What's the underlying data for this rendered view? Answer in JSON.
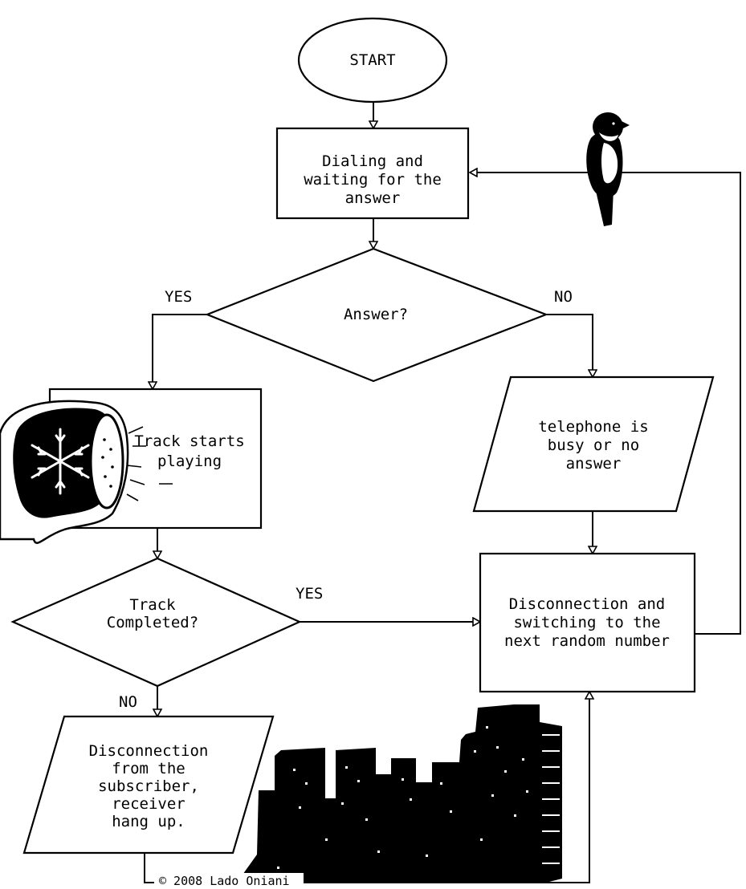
{
  "nodes": {
    "start": {
      "lines": [
        "START"
      ]
    },
    "dialing": {
      "lines": [
        "Dialing and",
        "waiting for the",
        "answer"
      ]
    },
    "answer_decision": {
      "lines": [
        "Answer?"
      ]
    },
    "busy": {
      "lines": [
        "telephone is",
        "busy or no",
        "answer"
      ]
    },
    "track_starts": {
      "lines": [
        "Track starts",
        "playing"
      ]
    },
    "track_completed": {
      "lines": [
        "Track",
        "Completed?"
      ]
    },
    "disconnect_switch": {
      "lines": [
        "Disconnection and",
        "switching to the",
        "next random number"
      ]
    },
    "disconnect_subscriber": {
      "lines": [
        "Disconnection",
        "from the",
        "subscriber,",
        "receiver",
        "hang up."
      ]
    }
  },
  "edge_labels": {
    "answer_yes": "YES",
    "answer_no": "NO",
    "completed_yes": "YES",
    "completed_no": "NO"
  },
  "illustrations": {
    "bird": "bird-icon",
    "phone_receiver": "phone-receiver-with-snowflake-icon",
    "city_skyline": "city-skyline-icon"
  },
  "copyright": "© 2008 Lado Oniani"
}
